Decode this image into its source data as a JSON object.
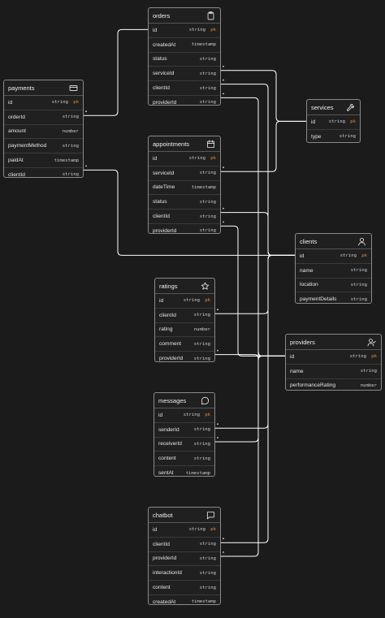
{
  "tables": [
    {
      "id": "orders",
      "title": "orders",
      "icon": "clipboard-icon",
      "fields": [
        {
          "name": "id",
          "type": "string",
          "pk": "pk"
        },
        {
          "name": "createdAt",
          "type": "timestamp",
          "pk": ""
        },
        {
          "name": "status",
          "type": "string",
          "pk": ""
        },
        {
          "name": "serviceId",
          "type": "string",
          "pk": ""
        },
        {
          "name": "clientId",
          "type": "string",
          "pk": ""
        },
        {
          "name": "providerId",
          "type": "string",
          "pk": ""
        }
      ]
    },
    {
      "id": "payments",
      "title": "payments",
      "icon": "credit-card-icon",
      "fields": [
        {
          "name": "id",
          "type": "string",
          "pk": "pk"
        },
        {
          "name": "orderId",
          "type": "string",
          "pk": ""
        },
        {
          "name": "amount",
          "type": "number",
          "pk": ""
        },
        {
          "name": "paymentMethod",
          "type": "string",
          "pk": ""
        },
        {
          "name": "paidAt",
          "type": "timestamp",
          "pk": ""
        },
        {
          "name": "clientId",
          "type": "string",
          "pk": ""
        }
      ]
    },
    {
      "id": "services",
      "title": "services",
      "icon": "wrench-icon",
      "fields": [
        {
          "name": "id",
          "type": "string",
          "pk": "pk"
        },
        {
          "name": "type",
          "type": "string",
          "pk": ""
        }
      ]
    },
    {
      "id": "appointments",
      "title": "appointments",
      "icon": "calendar-icon",
      "fields": [
        {
          "name": "id",
          "type": "string",
          "pk": "pk"
        },
        {
          "name": "serviceId",
          "type": "string",
          "pk": ""
        },
        {
          "name": "dateTime",
          "type": "timestamp",
          "pk": ""
        },
        {
          "name": "status",
          "type": "string",
          "pk": ""
        },
        {
          "name": "clientId",
          "type": "string",
          "pk": ""
        },
        {
          "name": "providerId",
          "type": "string",
          "pk": ""
        }
      ]
    },
    {
      "id": "clients",
      "title": "clients",
      "icon": "user-icon",
      "fields": [
        {
          "name": "id",
          "type": "string",
          "pk": "pk"
        },
        {
          "name": "name",
          "type": "string",
          "pk": ""
        },
        {
          "name": "location",
          "type": "string",
          "pk": ""
        },
        {
          "name": "paymentDetails",
          "type": "string",
          "pk": ""
        }
      ]
    },
    {
      "id": "ratings",
      "title": "ratings",
      "icon": "star-icon",
      "fields": [
        {
          "name": "id",
          "type": "string",
          "pk": "pk"
        },
        {
          "name": "clientId",
          "type": "string",
          "pk": ""
        },
        {
          "name": "rating",
          "type": "number",
          "pk": ""
        },
        {
          "name": "comment",
          "type": "string",
          "pk": ""
        },
        {
          "name": "providerId",
          "type": "string",
          "pk": ""
        }
      ]
    },
    {
      "id": "providers",
      "title": "providers",
      "icon": "user-check-icon",
      "fields": [
        {
          "name": "id",
          "type": "string",
          "pk": "pk"
        },
        {
          "name": "name",
          "type": "string",
          "pk": ""
        },
        {
          "name": "performanceRating",
          "type": "number",
          "pk": ""
        }
      ]
    },
    {
      "id": "messages",
      "title": "messages",
      "icon": "message-circle-icon",
      "fields": [
        {
          "name": "id",
          "type": "string",
          "pk": "pk"
        },
        {
          "name": "senderId",
          "type": "string",
          "pk": ""
        },
        {
          "name": "receiverId",
          "type": "string",
          "pk": ""
        },
        {
          "name": "content",
          "type": "string",
          "pk": ""
        },
        {
          "name": "sentAt",
          "type": "timestamp",
          "pk": ""
        }
      ]
    },
    {
      "id": "chatbot",
      "title": "chatbot",
      "icon": "message-square-icon",
      "fields": [
        {
          "name": "id",
          "type": "string",
          "pk": "pk"
        },
        {
          "name": "clientId",
          "type": "string",
          "pk": ""
        },
        {
          "name": "providerId",
          "type": "string",
          "pk": ""
        },
        {
          "name": "interactionId",
          "type": "string",
          "pk": ""
        },
        {
          "name": "content",
          "type": "string",
          "pk": ""
        },
        {
          "name": "createdAt",
          "type": "timestamp",
          "pk": ""
        }
      ]
    }
  ],
  "relations": [
    {
      "from": "payments.orderId",
      "to": "orders.id"
    },
    {
      "from": "payments.clientId",
      "to": "clients.id"
    },
    {
      "from": "orders.serviceId",
      "to": "services.id"
    },
    {
      "from": "orders.clientId",
      "to": "clients.id"
    },
    {
      "from": "orders.providerId",
      "to": "providers.id"
    },
    {
      "from": "appointments.serviceId",
      "to": "services.id"
    },
    {
      "from": "appointments.clientId",
      "to": "clients.id"
    },
    {
      "from": "appointments.providerId",
      "to": "providers.id"
    },
    {
      "from": "ratings.clientId",
      "to": "clients.id"
    },
    {
      "from": "ratings.providerId",
      "to": "providers.id"
    },
    {
      "from": "messages.senderId",
      "to": "clients.id"
    },
    {
      "from": "messages.receiverId",
      "to": "providers.id"
    },
    {
      "from": "chatbot.clientId",
      "to": "clients.id"
    },
    {
      "from": "chatbot.providerId",
      "to": "providers.id"
    }
  ],
  "colors": {
    "background": "#1b1b1b",
    "line": "#ffffff",
    "pk": "#e08a32"
  }
}
